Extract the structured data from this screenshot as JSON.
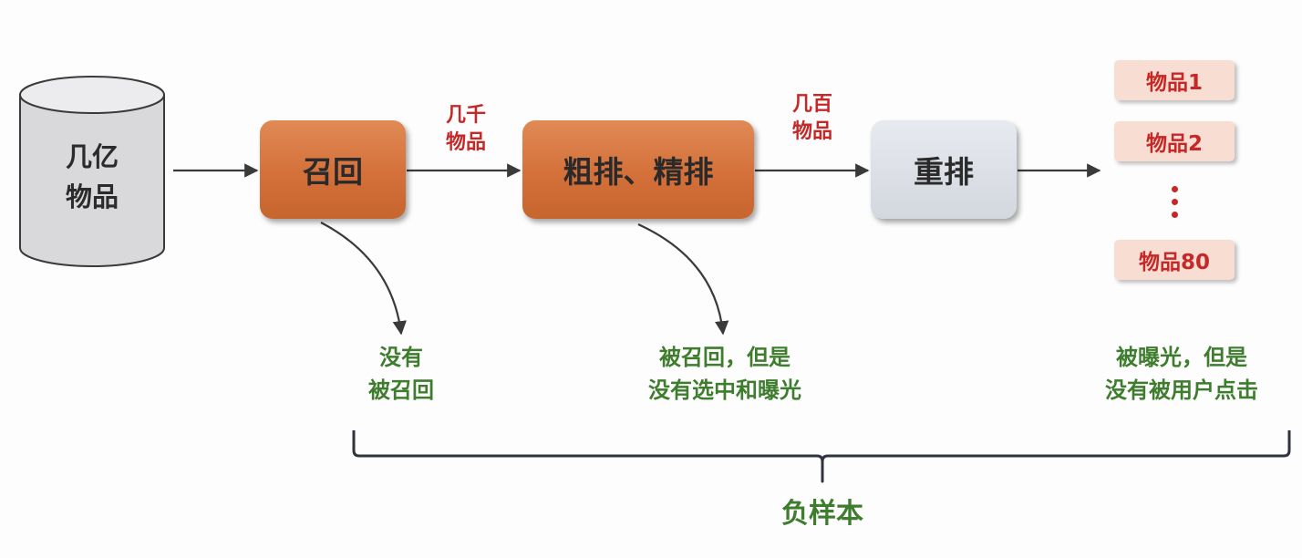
{
  "source": {
    "line1": "几亿",
    "line2": "物品"
  },
  "stages": {
    "recall": "召回",
    "ranking": "粗排、精排",
    "rerank": "重排"
  },
  "flow_labels": {
    "after_recall": {
      "line1": "几千",
      "line2": "物品"
    },
    "after_ranking": {
      "line1": "几百",
      "line2": "物品"
    }
  },
  "items": {
    "item1": "物品1",
    "item2": "物品2",
    "item80": "物品80"
  },
  "negatives": {
    "not_recalled": {
      "line1": "没有",
      "line2": "被召回"
    },
    "not_exposed": {
      "line1": "被召回，但是",
      "line2": "没有选中和曝光"
    },
    "not_clicked": {
      "line1": "被曝光，但是",
      "line2": "没有被用户点击"
    }
  },
  "brace_label": "负样本",
  "colors": {
    "orange_box": "#d4703a",
    "grey_box": "#d3d7de",
    "red_text": "#c62828",
    "green_text": "#3f7d2e",
    "item_bg": "#f8ddd2"
  }
}
